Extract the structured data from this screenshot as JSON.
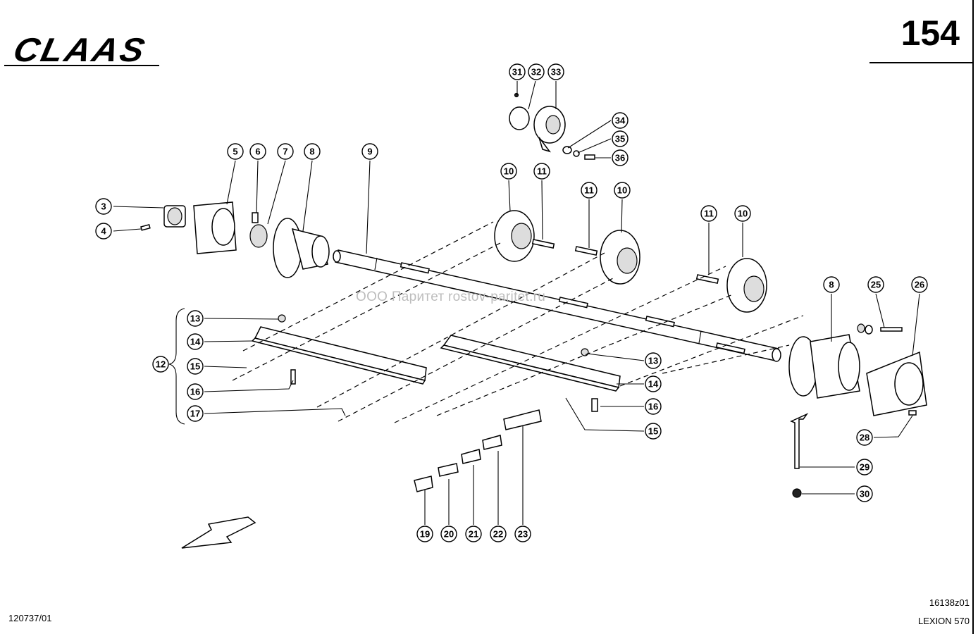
{
  "header": {
    "logo_text": "CLAAS",
    "page_number": "154"
  },
  "footer": {
    "doc_number": "120737/01",
    "drawing_code": "16138z01",
    "model": "LEXION 570"
  },
  "watermark": "ООО Паритет    rostov-paritet.ru",
  "callouts": [
    "3",
    "4",
    "5",
    "6",
    "7",
    "8",
    "9",
    "10",
    "11",
    "12",
    "13",
    "14",
    "15",
    "16",
    "17",
    "19",
    "20",
    "21",
    "22",
    "23",
    "25",
    "26",
    "28",
    "29",
    "30",
    "31",
    "32",
    "33",
    "34",
    "35",
    "36"
  ]
}
